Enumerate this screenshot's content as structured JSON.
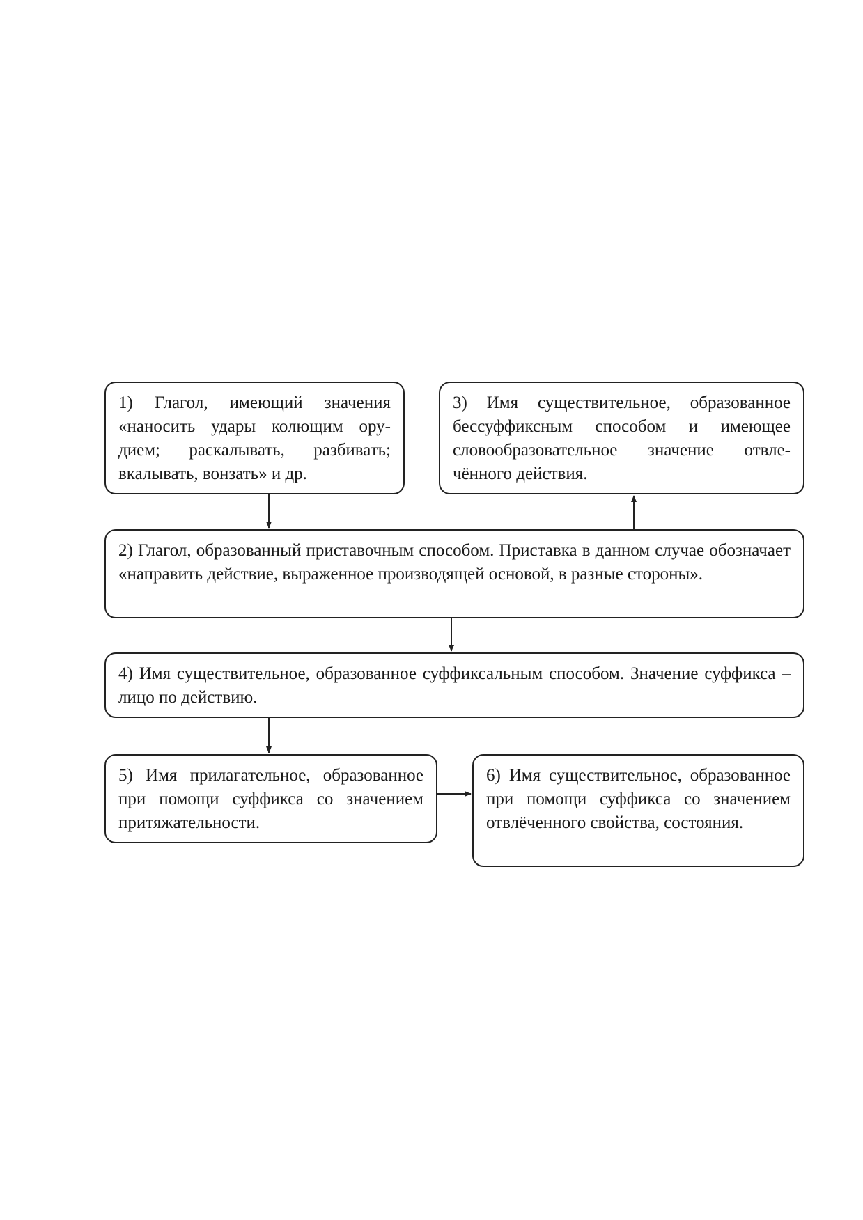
{
  "diagram": {
    "nodes": [
      {
        "id": "1",
        "text": "1) Глагол, имеющий значения «наносить удары колющим ору­дием; раскалывать, разбивать; вкалывать, вонзать» и др."
      },
      {
        "id": "2",
        "text": "2) Глагол, образованный приставочным способом. Приставка в данном случае обозначает «направить действие, выраженное производящей основой, в разные стороны»."
      },
      {
        "id": "3",
        "text": "3) Имя существительное, образованное бессуффиксным способом и имеющее словообразовательное значение отвле­чённого действия."
      },
      {
        "id": "4",
        "text": "4) Имя существительное, образованное суффиксальным способом. Значение суффикса – лицо по действию."
      },
      {
        "id": "5",
        "text": "5) Имя прилагательное, образован­ное при помощи суффикса со зна­чением притяжательности."
      },
      {
        "id": "6",
        "text": "6) Имя существительное, образо­ванное при помощи суффикса со значением отвлёченного свойства, состояния."
      }
    ],
    "edges": [
      {
        "from": "1",
        "to": "2"
      },
      {
        "from": "2",
        "to": "3"
      },
      {
        "from": "2",
        "to": "4"
      },
      {
        "from": "4",
        "to": "5"
      },
      {
        "from": "5",
        "to": "6"
      }
    ],
    "colors": {
      "line": "#222222",
      "text": "#1a1a1a",
      "background": "#ffffff"
    }
  }
}
